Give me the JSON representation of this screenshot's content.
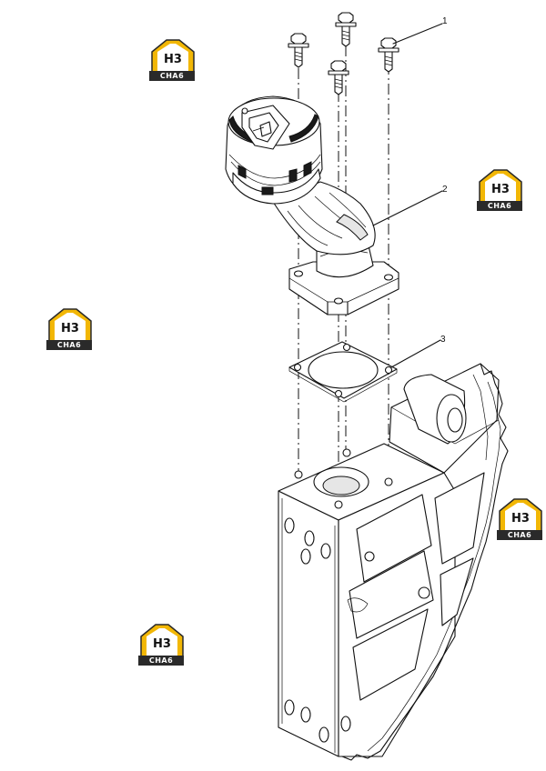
{
  "callouts": [
    "1",
    "2",
    "3"
  ],
  "watermark": {
    "mark": "H3",
    "caption": "CHA6",
    "colors": {
      "accent": "#f2b705",
      "dark": "#2a2a2a"
    },
    "count": 5
  }
}
